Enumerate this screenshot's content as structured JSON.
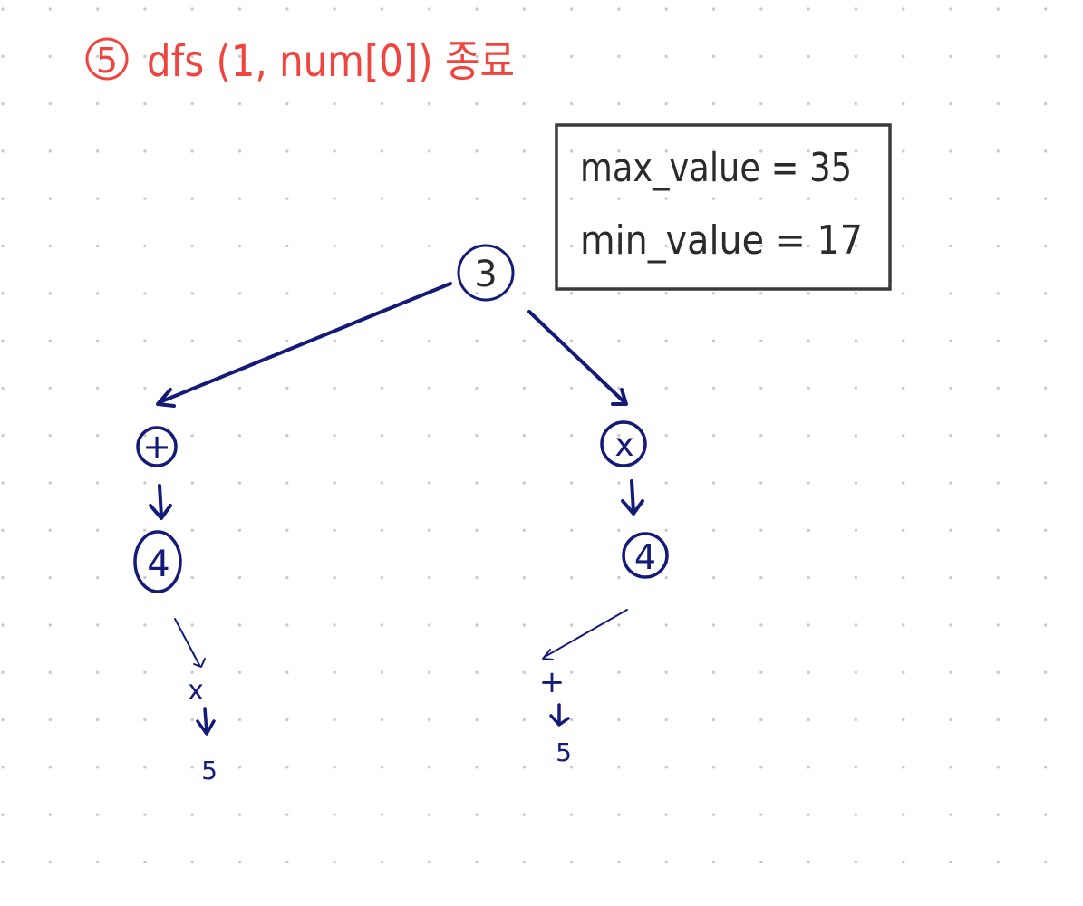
{
  "colors": {
    "background": "#ffffff",
    "dot_grid": "#c9c9c9",
    "heading": "#f0453f",
    "tree": "#141a78",
    "box_border": "#3a3a3a",
    "box_text": "#2b2b2b"
  },
  "heading": {
    "step_number": "5",
    "text": "dfs (1, num[0]) 종료"
  },
  "result_box": {
    "max_line": "max_value = 35",
    "min_line": "min_value = 17"
  },
  "tree": {
    "root": {
      "label": "3"
    },
    "left_branch": {
      "operator": "+",
      "operand": "4",
      "next_operator": "x",
      "next_operand": "5"
    },
    "right_branch": {
      "operator": "x",
      "operand": "4",
      "next_operator": "+",
      "next_operand": "5"
    }
  }
}
